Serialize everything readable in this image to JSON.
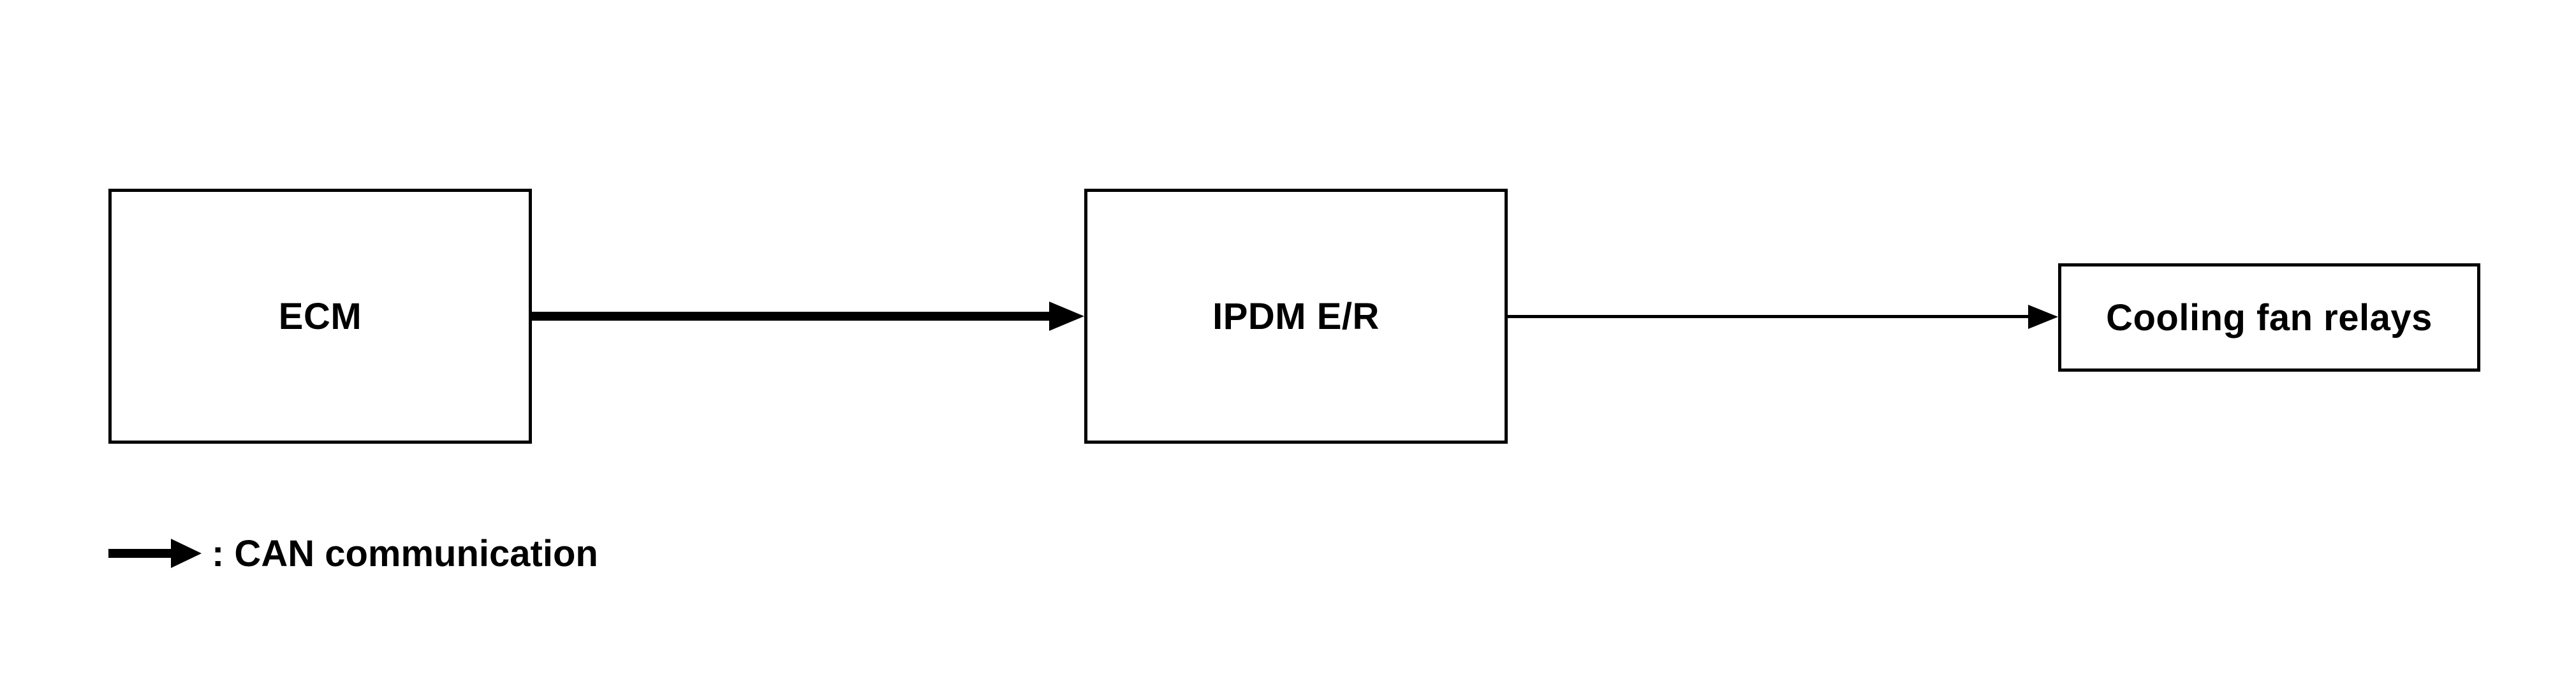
{
  "diagram": {
    "type": "flow",
    "background_color": "#ffffff",
    "line_color": "#000000",
    "nodes": [
      {
        "id": "ecm",
        "label": "ECM"
      },
      {
        "id": "ipdm-er",
        "label": "IPDM E/R"
      },
      {
        "id": "cooling-fan-relays",
        "label": "Cooling fan relays"
      }
    ],
    "edges": [
      {
        "from": "ECM",
        "to": "IPDM E/R",
        "style": "thick-arrow",
        "meaning": "CAN communication"
      },
      {
        "from": "IPDM E/R",
        "to": "Cooling fan relays",
        "style": "thin-arrow"
      }
    ],
    "legend": {
      "symbol": "thick-arrow",
      "label": ": CAN communication"
    }
  }
}
